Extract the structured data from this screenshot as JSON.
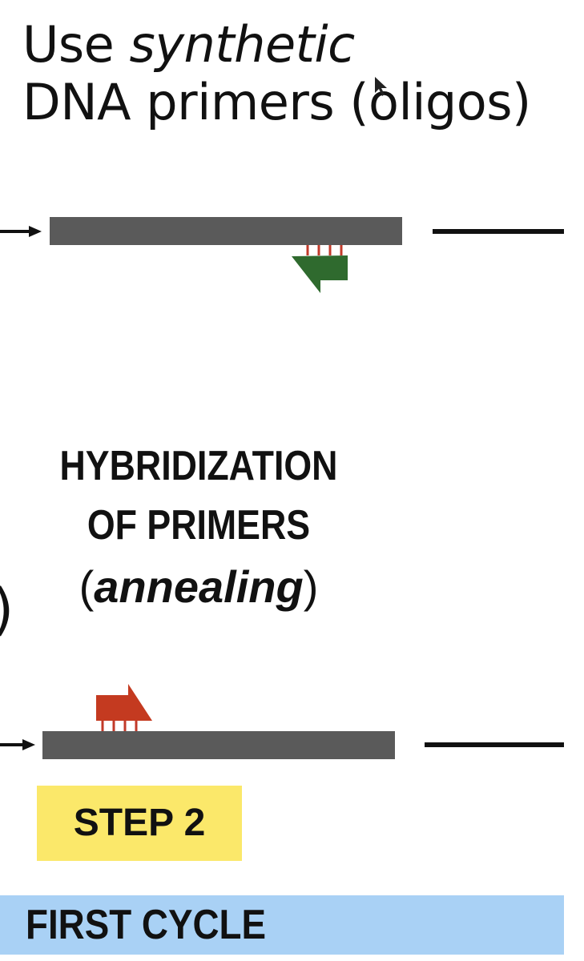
{
  "heading": {
    "line1_prefix": "Use ",
    "line1_emphasis": "synthetic",
    "line2": "DNA primers (oligos)"
  },
  "step_title": {
    "line1": "HYBRIDIZATION",
    "line2": "OF PRIMERS",
    "line3_open": "(",
    "line3_emphasis": "annealing",
    "line3_close": ")"
  },
  "edge_fragment": ")",
  "step_badge": "STEP 2",
  "cycle_label": "FIRST CYCLE",
  "colors": {
    "strand": "#5a5a5a",
    "reverse_primer": "#2f6a2e",
    "forward_primer": "#c43a20",
    "hydrogen_bond": "#c23a2a",
    "step_badge_bg": "#fbe86a",
    "cycle_bar_bg": "#a9d1f5"
  }
}
